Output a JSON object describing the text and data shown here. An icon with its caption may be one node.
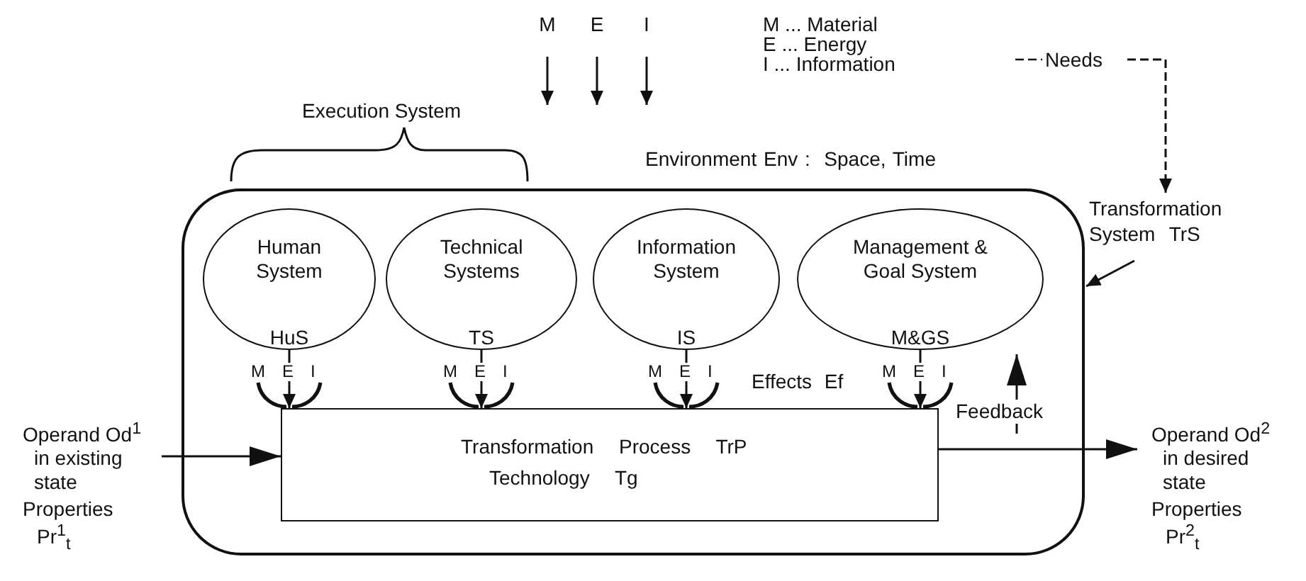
{
  "diagram": {
    "nodes": [
      {
        "text": [],
        "shape": "box"
      },
      {
        "text": [
          "Human System",
          "HuS"
        ],
        "in": 0
      },
      {
        "text": [
          "Technical Systems",
          "TS"
        ],
        "in": 0
      },
      {
        "text": [
          "Information System",
          "IS"
        ],
        "in": 0
      },
      {
        "text": [
          "Management & Goal System",
          "M&GS"
        ],
        "in": 0
      },
      {
        "text": [
          "Transformation Process TrP",
          "Technology Tg"
        ],
        "in": 0
      },
      {
        "text": [
          "Operand Od$^{1}$ in existing state",
          "Properties Pr$^{1}$$_{t}$"
        ]
      },
      {
        "text": [
          "Operand Od$^{2}$ in desired state",
          "Properties Pr$^{2}$$_{t}$"
        ]
      },
      {
        "text": [
          "Transformation System TrS"
        ]
      },
      {
        "text": [
          "Needs"
        ]
      },
      {
        "text": [
          "M"
        ]
      },
      {
        "text": [
          "E"
        ]
      },
      {
        "text": [
          "I"
        ]
      }
    ],
    "edges": [
      {
        "from": 10,
        "to": null,
        "arrow": "to"
      },
      {
        "from": 11,
        "to": null,
        "arrow": "to"
      },
      {
        "from": 12,
        "to": null,
        "arrow": "to"
      },
      {
        "from": 9,
        "to": 8,
        "arrow": "to",
        "style": "dashed"
      },
      {
        "from": 8,
        "to": 0,
        "arrow": "to"
      },
      {
        "from": 1,
        "to": 5,
        "arrow": "to"
      },
      {
        "from": 2,
        "to": 5,
        "arrow": "to"
      },
      {
        "from": 3,
        "to": 5,
        "arrow": "to"
      },
      {
        "from": 4,
        "to": 5,
        "arrow": "to"
      },
      {
        "from": 6,
        "to": 5,
        "arrow": "to"
      },
      {
        "from": 5,
        "to": 7,
        "arrow": "to"
      },
      {
        "from": null,
        "to": 4,
        "arrow": "to",
        "label": "Feedback"
      }
    ],
    "labels": [
      "M ... Material",
      "E ... Energy",
      "I ... Information",
      "Execution System",
      "Environment Env :  Space, Time",
      "M",
      "E",
      "I",
      "M",
      "E",
      "I",
      "M",
      "E",
      "I",
      "Effects Ef",
      "M",
      "E",
      "I"
    ]
  }
}
